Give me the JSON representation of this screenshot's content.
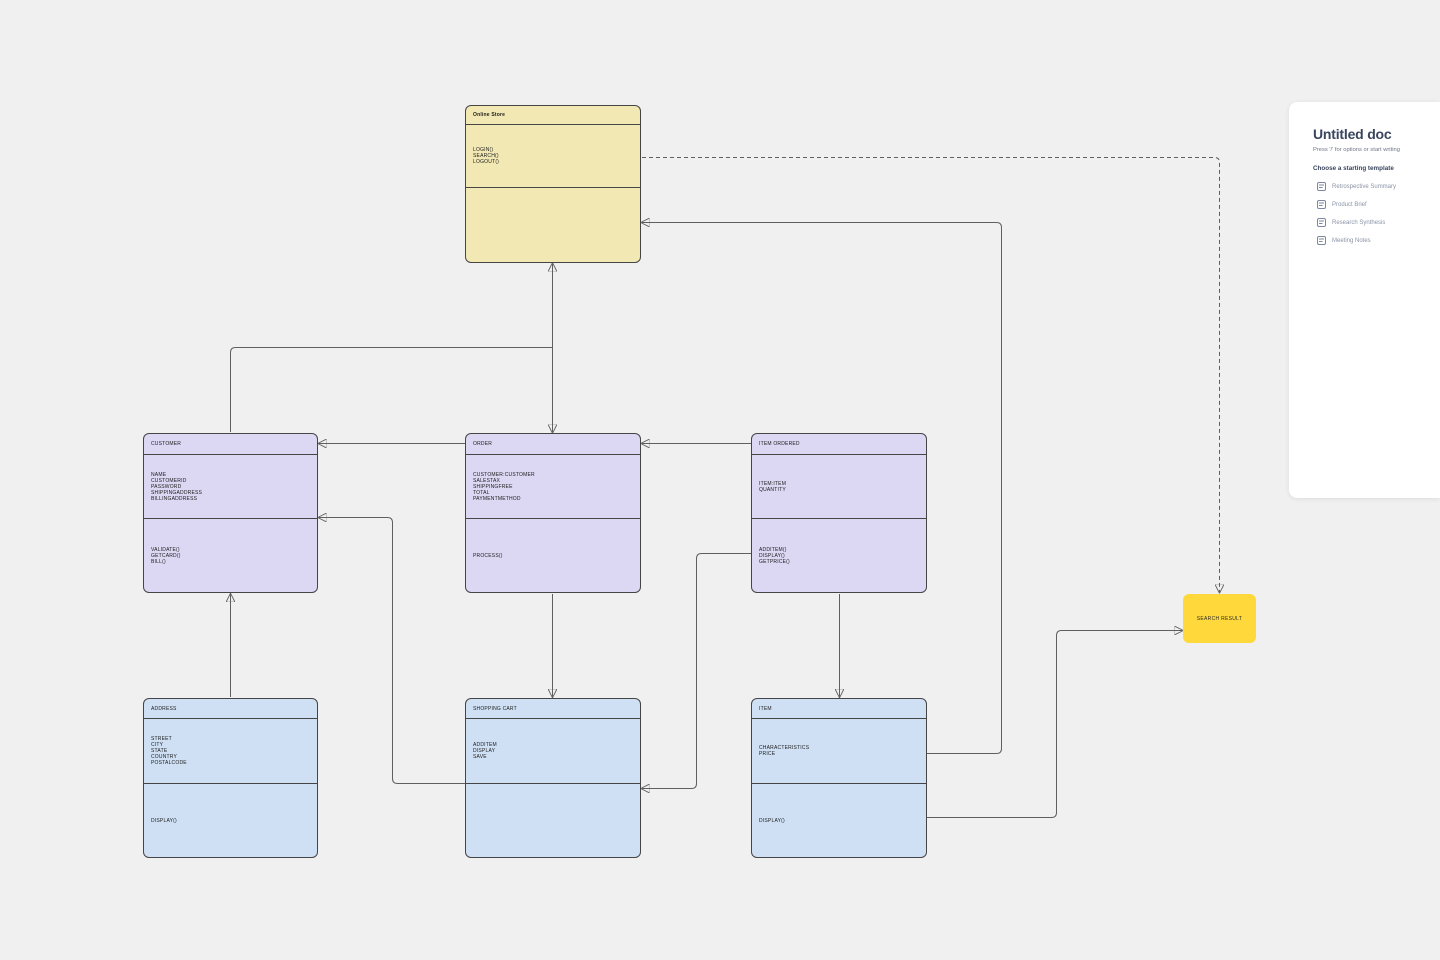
{
  "colors": {
    "canvas_bg": "#f0f0f0",
    "panel_bg": "#ffffff",
    "connector": "#5f5f5f",
    "class_border": "#454545",
    "tan_fill": "#f2e8b3",
    "lavender_fill": "#dcd7f3",
    "blue_fill": "#cfe0f5",
    "accent_yellow": "#ffd93b"
  },
  "diagram": {
    "classes": [
      {
        "id": "online-store",
        "title": "Online Store",
        "attributes": [
          "LOGIN()",
          "SEARCH()",
          "LOGOUT()"
        ],
        "methods": [],
        "fill": "#f2e8b3"
      },
      {
        "id": "customer",
        "title": "CUSTOMER",
        "attributes": [
          "NAME",
          "CUSTOMERID",
          "PASSWORD",
          "SHIPPINGADDRESS",
          "BILLINGADDRESS"
        ],
        "methods": [
          "VALIDATE()",
          "GETCARD()",
          "BILL()"
        ],
        "fill": "#dcd7f3"
      },
      {
        "id": "order",
        "title": "ORDER",
        "attributes": [
          "CUSTOMER:CUSTOMER",
          "SALESTAX",
          "SHIPPINGFREE",
          "TOTAL",
          "PAYMENTMETHOD"
        ],
        "methods": [
          "PROCESS()"
        ],
        "fill": "#dcd7f3"
      },
      {
        "id": "item-ordered",
        "title": "ITEM ORDERED",
        "attributes": [
          "ITEM:ITEM",
          "QUANTITY"
        ],
        "methods": [
          "ADDITEM()",
          "DISPLAY()",
          "GETPRICE()"
        ],
        "fill": "#dcd7f3"
      },
      {
        "id": "address",
        "title": "ADDRESS",
        "attributes": [
          "STREET",
          "CITY",
          "STATE",
          "COUNTRY",
          "POSTALCODE"
        ],
        "methods": [
          "DISPLAY()"
        ],
        "fill": "#cfe0f5"
      },
      {
        "id": "shopping-cart",
        "title": "SHOPPING CART",
        "attributes": [
          "ADDITEM",
          "DISPLAY",
          "SAVE"
        ],
        "methods": [],
        "fill": "#cfe0f5"
      },
      {
        "id": "item",
        "title": "ITEM",
        "attributes": [
          "CHARACTERISTICS",
          "PRICE"
        ],
        "methods": [
          "DISPLAY()"
        ],
        "fill": "#cfe0f5"
      }
    ],
    "shapes": [
      {
        "id": "search-result",
        "label": "SEARCH RESULT",
        "fill": "#ffd93b"
      }
    ]
  },
  "panel": {
    "title": "Untitled doc",
    "hint": "Press '/' for options or start writing",
    "section_header": "Choose a starting template",
    "templates": [
      {
        "label": "Retrospective Summary"
      },
      {
        "label": "Product Brief"
      },
      {
        "label": "Research Synthesis"
      },
      {
        "label": "Meeting Notes"
      }
    ]
  }
}
